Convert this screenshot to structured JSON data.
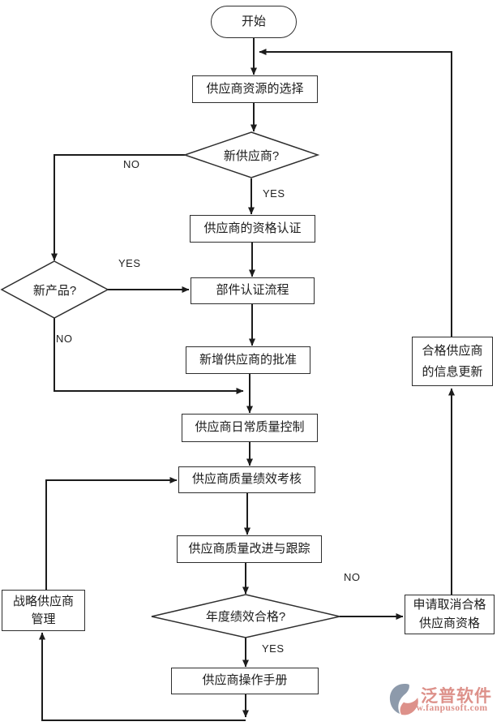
{
  "flowchart": {
    "start": "开始",
    "select_supplier": "供应商资源的选择",
    "new_supplier_q": "新供应商?",
    "qualification": "供应商的资格认证",
    "new_product_q": "新产品?",
    "part_certification": "部件认证流程",
    "approve_new_supplier": "新增供应商的批准",
    "daily_quality_control": "供应商日常质量控制",
    "performance_assessment": "供应商质量绩效考核",
    "quality_improvement": "供应商质量改进与跟踪",
    "annual_performance_q": "年度绩效合格?",
    "operation_manual": "供应商操作手册",
    "strategic_management": "战略供应商\n管理",
    "qualified_info_update": "合格供应商\n的信息更新",
    "cancel_qualification": "申请取消合格\n供应商资格",
    "branch_labels": {
      "new_supplier_no": "NO",
      "new_supplier_yes": "YES",
      "new_product_yes": "YES",
      "new_product_no": "NO",
      "annual_no": "NO",
      "annual_yes": "YES"
    }
  },
  "watermark": {
    "brand": "泛普软件",
    "url": "www.fanpusoft.com",
    "accent_color": "#dd918a",
    "glyph_gray": "#8d9aab"
  }
}
